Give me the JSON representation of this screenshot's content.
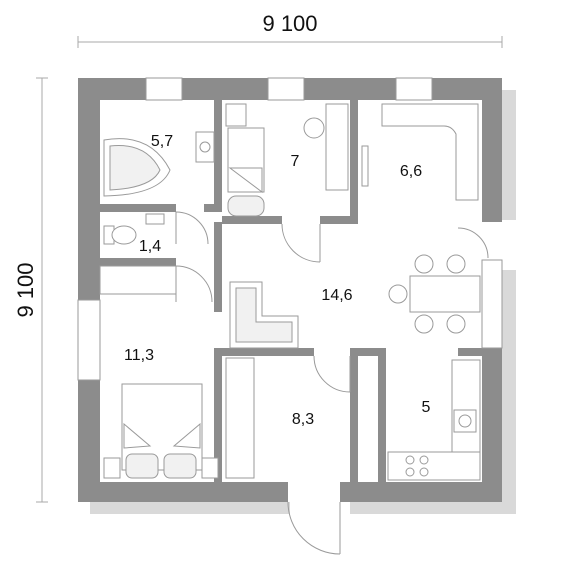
{
  "dimensions": {
    "width_label": "9 100",
    "height_label": "9 100"
  },
  "rooms": {
    "bathroom": "5,7",
    "kitchen_bath_room": "7",
    "living_corner": "6,6",
    "toilet": "1,4",
    "hall": "14,6",
    "bedroom": "11,3",
    "storage": "8,3",
    "kitchen": "5"
  },
  "colors": {
    "wall": "#8c8c8c",
    "shadow": "#d9d9d9",
    "fixture_stroke": "#9a9a9a"
  }
}
